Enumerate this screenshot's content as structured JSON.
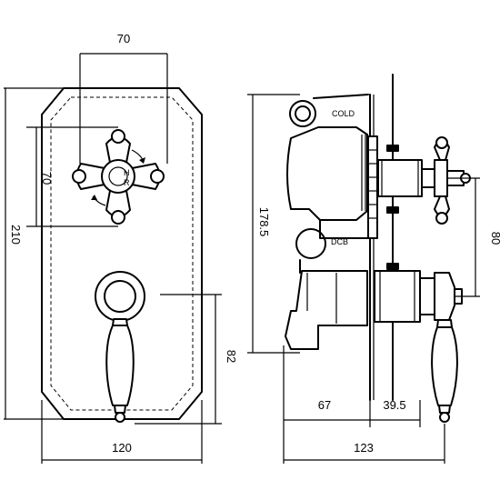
{
  "front_view": {
    "dim_top_width": "70",
    "dim_inner_height": "70",
    "dim_total_height": "210",
    "dim_lever_offset": "82",
    "dim_plate_width": "120",
    "handle_letter_h": "H",
    "handle_letter_r": "R"
  },
  "side_view": {
    "dim_body_height": "178.5",
    "dim_valve_spacing": "80",
    "dim_body_depth": "67",
    "dim_projection": "39.5",
    "dim_total_depth": "123",
    "label_cold": "COLD",
    "label_dcb": "DCB"
  }
}
